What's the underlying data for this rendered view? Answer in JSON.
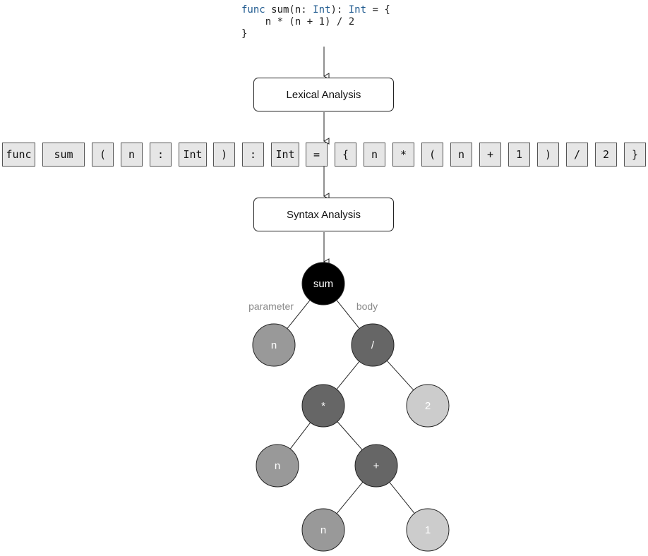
{
  "code": {
    "line1": {
      "kw": "func",
      "a": " sum(n: ",
      "t1": "Int",
      "b": "): ",
      "t2": "Int",
      "c": " = {"
    },
    "line2": "    n * (n + 1) / 2",
    "line3": "}"
  },
  "stages": {
    "lexical": "Lexical Analysis",
    "syntax": "Syntax Analysis"
  },
  "tokens": [
    "func",
    "sum",
    "(",
    "n",
    ":",
    "Int",
    ")",
    ":",
    "Int",
    "=",
    "{",
    "n",
    "*",
    "(",
    "n",
    "+",
    "1",
    ")",
    "/",
    "2",
    "}"
  ],
  "tree": {
    "edge_labels": {
      "left": "parameter",
      "right": "body"
    },
    "nodes": [
      {
        "id": "sum",
        "label": "sum",
        "fill": "#000000",
        "text": "#ffffff"
      },
      {
        "id": "param-n",
        "label": "n",
        "fill": "#999999",
        "text": "#ffffff"
      },
      {
        "id": "div",
        "label": "/",
        "fill": "#666666",
        "text": "#ffffff"
      },
      {
        "id": "mul",
        "label": "*",
        "fill": "#666666",
        "text": "#ffffff"
      },
      {
        "id": "two",
        "label": "2",
        "fill": "#cccccc",
        "text": "#ffffff"
      },
      {
        "id": "mul-n",
        "label": "n",
        "fill": "#999999",
        "text": "#ffffff"
      },
      {
        "id": "plus",
        "label": "+",
        "fill": "#666666",
        "text": "#ffffff"
      },
      {
        "id": "plus-n",
        "label": "n",
        "fill": "#999999",
        "text": "#ffffff"
      },
      {
        "id": "one",
        "label": "1",
        "fill": "#cccccc",
        "text": "#ffffff"
      }
    ],
    "edges": [
      [
        "sum",
        "param-n"
      ],
      [
        "sum",
        "div"
      ],
      [
        "div",
        "mul"
      ],
      [
        "div",
        "two"
      ],
      [
        "mul",
        "mul-n"
      ],
      [
        "mul",
        "plus"
      ],
      [
        "plus",
        "plus-n"
      ],
      [
        "plus",
        "one"
      ]
    ]
  }
}
